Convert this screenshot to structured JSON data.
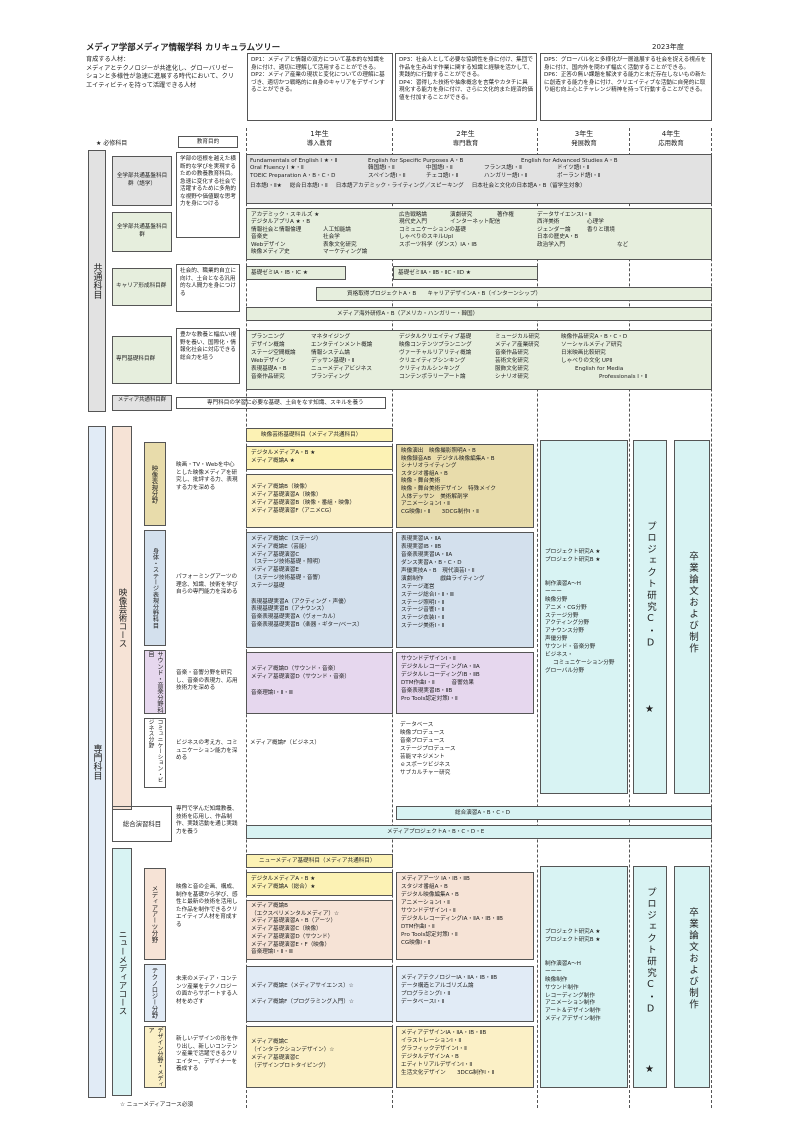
{
  "title": "メディア学部メディア情報学科 カリキュラムツリー",
  "year": "2023年度",
  "ideal_person": {
    "heading": "育成する人材：",
    "body": "メディアとテクノロジーが共進化し、グローバリゼーションと多様性が急速に進展する時代において、クリエイティビティを持って活躍できる人材"
  },
  "dp": [
    "DP1：メディアと情報の双方について基本的な知識を身に付け、適切に理解して活用することができる。\nDP2：メディア産業の現状と変化についての理解に基づき、適切かつ戦略的に自身のキャリアをデザインすることができる。",
    "DP3：社会人として必要な協調性を身に付け、集団で作品を生み出す作業に関する知識と経験を活かして、実践的に行動することができる。\nDP4：習得した技術や抽象概念を言葉やカタチに具現化する能力を身に付け、さらに文化的また経済的価値を付加することができる。",
    "DP5：グローバル化と多様化が一層進展する社会を捉える視点を身に付け、国内外を問わず幅広く活動することができる。\nDP6：正答の無い課題を解決する能力と未だ存在しないもの新たに創造する能力を身に付け、クリエイティブな活動に自発的に取り組む向上心とチャレンジ精神を持って行動することができる。"
  ],
  "legend": "★ 必修科目",
  "edu_goal_label": "教育目的",
  "years": [
    {
      "name": "1年生",
      "sub": "導入教育"
    },
    {
      "name": "2年生",
      "sub": "専門教育"
    },
    {
      "name": "3年生",
      "sub": "発展教育"
    },
    {
      "name": "4年生",
      "sub": "応用教育"
    }
  ],
  "common": {
    "label": "共通科目",
    "lang": {
      "name": "全学部共通基盤科目群（語学）",
      "goal": "学部の垣根を越えた横断的な学びを実現するための教養教育科目。急速に変化する社会で活躍するために多角的な視野や価値観な思考力を身につける",
      "lines": [
        [
          "Fundamentals of English Ⅰ ★・Ⅱ",
          "English for Specific Purposes A・B",
          "English for Advanced Studies A・B"
        ],
        [
          "Oral Fluency Ⅰ ★・Ⅱ",
          "韓国語Ⅰ・Ⅱ",
          "中国語Ⅰ・Ⅱ",
          "フランス語Ⅰ・Ⅱ",
          "ドイツ語Ⅰ・Ⅱ"
        ],
        [
          "TOEIC Preparation A・B・C・D",
          "スペイン語Ⅰ・Ⅱ",
          "チェコ語Ⅰ・Ⅱ",
          "ハンガリー語Ⅰ・Ⅱ",
          "ポーランド語Ⅰ・Ⅱ"
        ],
        [
          "日本語Ⅰ・Ⅱ★",
          "総合日本語Ⅰ・Ⅱ",
          "日本語アカデミック・ライティング／スピーキング",
          "日本社会と文化の日本語A・B（留学生対象）"
        ]
      ]
    },
    "base": {
      "name": "全学部共通基盤科目群",
      "col1": [
        "アカデミック・スキルズ ★",
        "デジタルアプリA ★・B",
        "情報社会と情報倫理",
        "音楽史",
        "Webデザイン",
        "映像メディア史"
      ],
      "col1b": [
        "",
        "",
        "人工知能論",
        "社会学",
        "表象文化研究",
        "マーケティング論"
      ],
      "col2": [
        "広告戦略論",
        "現代史入門",
        "コミュニケーションの基礎",
        "しゃべりのスキルUpⅠ",
        "スポーツ科学（ダンス）ⅠA・ⅠB"
      ],
      "col2b": [
        "演劇研究",
        "インターネット配信",
        "",
        "",
        ""
      ],
      "col2c": [
        "著作権",
        "",
        "",
        "",
        ""
      ],
      "col3": [
        "データサイエンスⅠ・Ⅱ",
        "西洋美術",
        "ジェンダー論",
        "日本の歴史A・B",
        "政治学入門"
      ],
      "col3b": [
        "",
        "心理学",
        "香りと環境",
        "",
        "など"
      ]
    },
    "career": {
      "name": "キャリア形成科目群",
      "goal": "社会的、職業的自立に向け、土台となる汎用的な人間力を身につける",
      "seminar1": "基礎ゼミⅠA・ⅠB・IC ★",
      "seminar2": "基礎ゼミⅡA・ⅡB・ⅡC・ⅡD ★",
      "project": "資格取得プロジェクトA・B　　キャリアデザインA・B（インターンシップ）",
      "overseas": "メディア海外研修A・B（アメリカ・ハンガリー・韓国）"
    },
    "liberal": {
      "name": "専門基礎科目群",
      "goal": "豊かな教養と幅広い視野を養い、国際化・情報化社会に対応できる総合力を培う",
      "col1": [
        "プランニング",
        "デザイン概論",
        "ステージ空間概論",
        "Webデザイン",
        "表現基礎A・B",
        "音楽作品研究"
      ],
      "col1b": [
        "マネタイジング",
        "エンタテインメント概論",
        "情報システム論",
        "デッサン基礎Ⅰ・Ⅱ",
        "ニューメディアビジネス",
        "ブランディング"
      ],
      "col2": [
        "デジタルクリエイティブ基礎",
        "映像コンテンツプランニング",
        "ヴァーチャルリアリティ概論",
        "クリエイティブシンキング",
        "クリティカルシンキング",
        "コンテンポラリーアート論"
      ],
      "col2b": [
        "ミュージカル研究",
        "メディア産業研究",
        "音楽作品研究",
        "芸術文化研究",
        "服飾文化研究",
        "シナリオ研究"
      ],
      "col3": [
        "映像作品研究A・B・C・D",
        "ソーシャルメディア研究",
        "日米映画比較研究",
        "しゃべりの文化 UPⅡ",
        "English for Media",
        "Professionals Ⅰ・Ⅱ"
      ]
    },
    "media_common": {
      "name": "メディア共通科目群",
      "goal": "専門科目の学習に必要な基礎、土台をなす知識、スキルを養う"
    }
  },
  "senmon": {
    "label": "専門科目",
    "eizo": {
      "label": "映像芸術コース",
      "common_bar": "映像芸術基礎科目（メディア共通科目）",
      "year1_core": [
        "デジタルメディアA・B ★",
        "メディア概論A ★"
      ],
      "eizo": {
        "name": "映像表現分野",
        "goal": "映画・TV・Webを中心とした映像メディアを研究し、批評する力、表現する力を深める",
        "y1": [
          "メディア概論B（映像）",
          "メディア基礎演習A（映像）",
          "メディア基礎演習B（映像・番組・映像）",
          "メディア基礎演習F（アニメCG）"
        ],
        "y2": [
          "映像演出",
          "映像撮影照明A・B",
          "映像録音AB",
          "デジタル映像編集A・B",
          "シナリオライティング",
          "スタジオ番組A・B",
          "映像・舞台美術",
          "映像・舞台美術デザイン",
          "特殊メイク",
          "人体デッサン",
          "美術解剖学",
          "アニメーションⅠ・Ⅱ",
          "CG映像Ⅰ・Ⅱ",
          "3DCG制作Ⅰ・Ⅱ"
        ]
      },
      "stage": {
        "name": "身体・ステージ表現分野科目",
        "goal": "パフォーミングアーツの理念、知識、技術を学び自らの専門能力を深める",
        "y1": [
          "メディア概論C（ステージ）",
          "メディア概論E（芸能）",
          "メディア基礎演習C",
          "（ステージ技術基礎・照明）",
          "メディア基礎演習E",
          "（ステージ技術基礎・音響）",
          "ステージ基礎",
          "",
          "表現基礎実習A（アクティング・声優）",
          "表現基礎実習B（アナウンス）",
          "音楽表現基礎実習A（ヴォーカル）",
          "音楽表現基礎実習B（楽器・ギター/ベース）"
        ],
        "y2": [
          "表現実習ⅠA・ⅡA",
          "表現実習ⅠB・ⅡB",
          "音楽表現実習ⅠA・ⅡA",
          "ダンス実習A・B・C・D",
          "声優実技A・B",
          "現代演芸Ⅰ・Ⅱ",
          "演劇制作",
          "戯曲ライティング",
          "ステージ運営",
          "ステージ総合Ⅰ・Ⅱ・Ⅲ",
          "ステージ照明Ⅰ・Ⅱ",
          "ステージ音響Ⅰ・Ⅱ",
          "ステージ衣装Ⅰ・Ⅱ",
          "ステージ美術Ⅰ・Ⅱ"
        ]
      },
      "sound": {
        "name": "サウンド・音楽分野科目",
        "goal": "音楽・音響分野を研究し、音楽の表現力、応用技術力を深める",
        "y1": [
          "メディア概論D（サウンド・音楽）",
          "メディア基礎演習D（サウンド・音楽）",
          "",
          "音楽理論Ⅰ・Ⅱ・Ⅲ"
        ],
        "y2": [
          "サウンドデザインⅠ・Ⅱ",
          "デジタルレコーディングⅠA・ⅡA",
          "デジタルレコーディングⅠB・ⅡB",
          "DTM作曲Ⅰ・Ⅱ",
          "音響効果",
          "音楽表現実習ⅠB・ⅡB",
          "Pro Tools認定対策Ⅰ・Ⅱ"
        ]
      },
      "business": {
        "name": "コミュニケーション・ビジネス分野",
        "goal": "ビジネスの考え方、コミュニケーション能力を深める",
        "y1": [
          "メディア概論F（ビジネス）"
        ],
        "y2": [
          "データベース",
          "映像プロデュース",
          "音楽プロデュース",
          "ステージプロデュース",
          "芸能マネジメント",
          "ｅスポーツビジネス",
          "サブカルチャー研究"
        ]
      },
      "y3": [
        "プロジェクト研究A ★",
        "プロジェクト研究B ★",
        "",
        "",
        "制作演習A〜H",
        "ーーー",
        "映像分野",
        "アニメ・CG分野",
        "ステージ分野",
        "アクティング分野",
        "アナウンス分野",
        "声優分野",
        "サウンド・音楽分野",
        "ビジネス・",
        "コミュニケーション分野",
        "グローバル分野"
      ],
      "proj_cd": "プロジェクト研究C・D",
      "star": "★",
      "graduation": "卒業論文および制作"
    },
    "sogo": {
      "name": "総合演習科目",
      "goal": "専門で学んだ知識教養、技術を応用し、作品制作、実践活動を通じ実践力を養う",
      "bar1": "総合演習A・B・C・D",
      "bar2": "メディアプロジェクトA・B・C・D・E"
    },
    "new": {
      "label": "ニューメディアコース",
      "common_bar": "ニューメディア基礎科目（メディア共通科目）",
      "year1_core": [
        "デジタルメディアA・B ★",
        "メディア概論A（総合）★"
      ],
      "arts": {
        "name": "メディアアーツ分野",
        "goal": "映像と音の企画、構成、制作を基礎から学び、感性と最新の技術を活用した作品を制作できるクリエイティブ人材を育成する",
        "y1": [
          "メディア概論B",
          "（エクスペリメンタルメディア）☆",
          "メディア基礎演習A・B（アーツ）",
          "メディア基礎演習C（映像）",
          "メディア基礎演習D（サウンド）",
          "メディア基礎演習E・F（映像）",
          "音楽理論Ⅰ・Ⅱ・Ⅲ"
        ],
        "y2": [
          "メディアアーツ ⅠA・ⅠB・ⅡB",
          "スタジオ番組A・B",
          "デジタル映像編集A・B",
          "アニメーションⅠ・Ⅱ",
          "サウンドデザインⅠ・Ⅱ",
          "デジタルレコーディングⅠA・ⅡA・ⅠB・ⅡB",
          "DTM作曲Ⅰ・Ⅱ",
          "Pro Tools認定対策Ⅰ・Ⅱ",
          "CG映像Ⅰ・Ⅱ"
        ]
      },
      "tech": {
        "name": "テクノロジー分野",
        "goal": "未来のメディア・コンテンツ産業をテクノロジーの面からサポートする人材をめざす",
        "y1": [
          "メディア概論E（メディアサイエンス）☆",
          "",
          "メディア概論F（プログラミング入門）☆"
        ],
        "y2": [
          "メディアテクノロジーⅠA・ⅡA・ⅠB・ⅡB",
          "データ構造とアルゴリズム論",
          "プログラミングⅠ・Ⅱ",
          "データベースⅠ・Ⅱ"
        ]
      },
      "design": {
        "name": "デザイン分野・メディア",
        "goal": "新しいデザインの形を作り出し、新しいコンテンツ産業で活躍できるクリエイター、デザイナーを養成する",
        "y1": [
          "メディア概論C",
          "（インタラクションデザイン）☆",
          "メディア基礎演習C",
          "（デザインプロトタイピング）"
        ],
        "y2": [
          "メディアデザインⅠA・ⅡA・ⅠB・ⅡB",
          "イラストレーションⅠ・Ⅱ",
          "グラフィックデザインⅠ・Ⅱ",
          "デジタルデザインA・B",
          "エディトリアルデザインⅠ・Ⅱ",
          "生活文化デザイン　　3DCG制作Ⅰ・Ⅱ"
        ]
      },
      "y3": [
        "プロジェクト研究A ★",
        "プロジェクト研究B ★",
        "",
        "",
        "制作演習A〜H",
        "ーーー",
        "映像制作",
        "サウンド制作",
        "レコーディング制作",
        "アニメーション制作",
        "アート＆デザイン制作",
        "メディアデザイン制作"
      ],
      "proj_cd": "プロジェクト研究C・D",
      "star": "★",
      "graduation": "卒業論文および制作"
    }
  },
  "footnote": "☆ ニューメディアコース必須"
}
